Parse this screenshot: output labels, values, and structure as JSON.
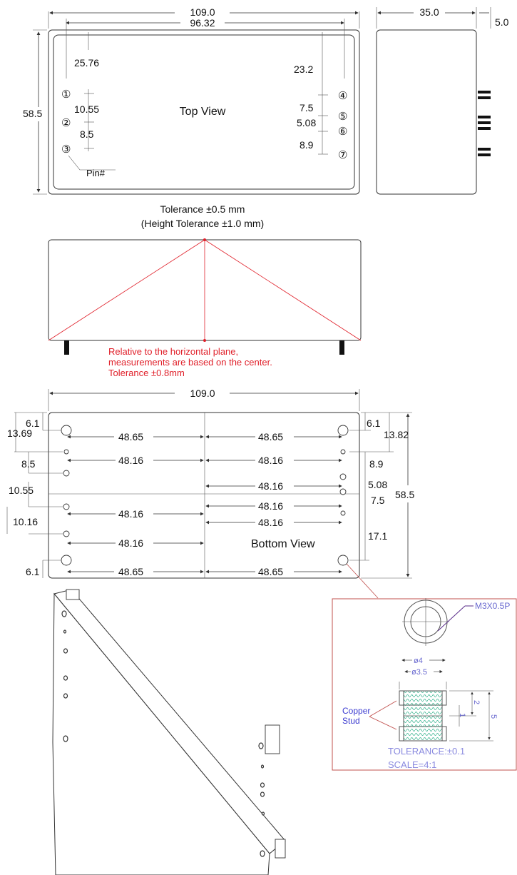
{
  "top": {
    "width": "109.0",
    "inner_width": "96.32",
    "height": "58.5",
    "d_pin1": "25.76",
    "d_pin4": "23.2",
    "d_12": "10.55",
    "d_23": "8.5",
    "d_45": "7.5",
    "d_56": "5.08",
    "d_67": "8.9",
    "title": "Top View",
    "pin_label": "Pin#",
    "pins": [
      "①",
      "②",
      "③",
      "④",
      "⑤",
      "⑥",
      "⑦"
    ]
  },
  "side": {
    "depth": "35.0",
    "pin_len": "5.0"
  },
  "tolerance": {
    "line1": "Tolerance ±0.5 mm",
    "line2": "(Height Tolerance ±1.0 mm)"
  },
  "front_note": {
    "line1": "Relative to the horizontal plane,",
    "line2": "measurements are based on the center.",
    "line3": "Tolerance ±0.8mm"
  },
  "bottom": {
    "width": "109.0",
    "height": "58.5",
    "title": "Bottom View",
    "l_61a": "6.1",
    "l_1369": "13.69",
    "l_85": "8.5",
    "l_1055": "10.55",
    "l_1016": "10.16",
    "l_61b": "6.1",
    "r_61": "6.1",
    "r_1382": "13.82",
    "r_89": "8.9",
    "r_508": "5.08",
    "r_75": "7.5",
    "r_171": "17.1",
    "h_4865a": "48.65",
    "h_4865b": "48.65",
    "h_4816a": "48.16",
    "h_4816b": "48.16",
    "h_4816c": "48.16",
    "h_4816d": "48.16",
    "h_4816e": "48.16",
    "h_4816f": "48.16",
    "h_4816g": "48.16",
    "h_4865c": "48.65",
    "h_4865d": "48.65"
  },
  "detail": {
    "thread": "M3X0.5P",
    "dia_outer": "ø4",
    "dia_inner": "ø3.5",
    "label_line1": "Copper",
    "label_line2": "Stud",
    "h2": "2",
    "h1": "1",
    "h5": "5",
    "tolerance": "TOLERANCE:±0.1",
    "scale": "SCALE=4:1",
    "accent_color": "#c0504d",
    "text_color": "#6a6ad0"
  }
}
